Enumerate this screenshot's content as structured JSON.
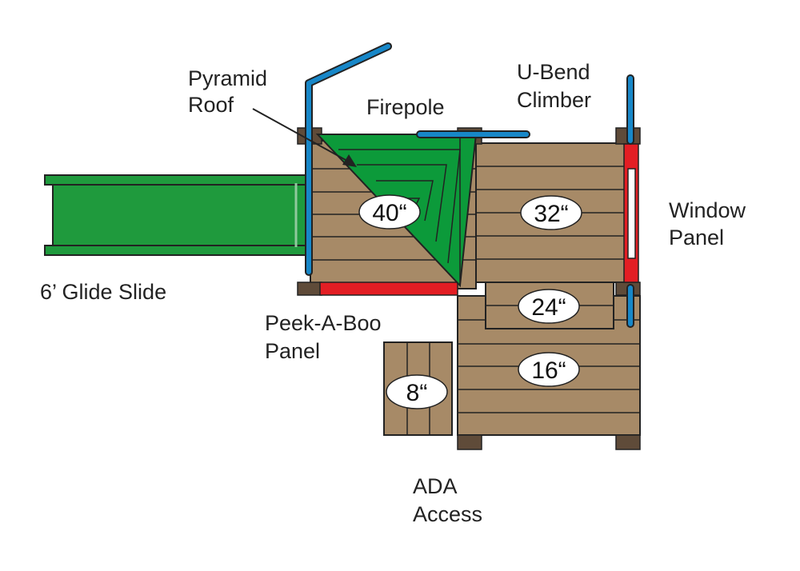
{
  "labels": {
    "pyramid_roof": [
      "Pyramid",
      "Roof"
    ],
    "firepole": "Firepole",
    "u_bend_climber": [
      "U-Bend",
      "Climber"
    ],
    "window_panel": [
      "Window",
      "Panel"
    ],
    "glide_slide": "6’ Glide Slide",
    "peek_a_boo_panel": [
      "Peek-A-Boo",
      "Panel"
    ],
    "ada_access": [
      "ADA",
      "Access"
    ]
  },
  "heights": {
    "deck_40": "40“",
    "deck_32": "32“",
    "deck_24": "24“",
    "deck_16": "16“",
    "deck_8": "8“"
  },
  "colors": {
    "wood": "#a78a67",
    "post": "#5f4b39",
    "slide_green": "#1f9a3d",
    "roof_green": "#0c9a3a",
    "pipe_blue": "#1787c8",
    "panel_red": "#e31e24",
    "outline": "#222222"
  }
}
